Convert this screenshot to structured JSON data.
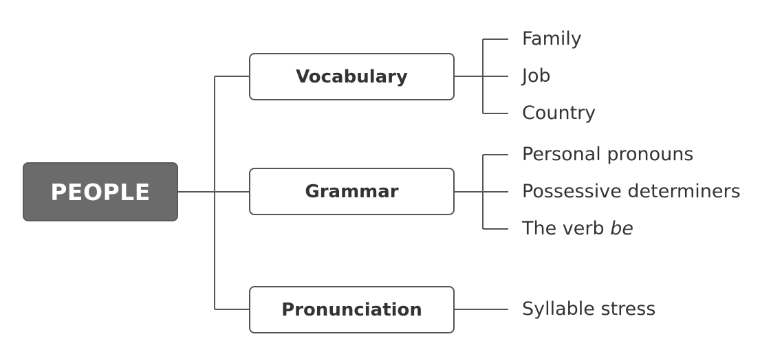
{
  "root": {
    "label": "PEOPLE"
  },
  "branches": [
    {
      "label": "Vocabulary",
      "items": [
        "Family",
        "Job",
        "Country"
      ]
    },
    {
      "label": "Grammar",
      "items": [
        "Personal pronouns",
        "Possessive determiners",
        "The verb "
      ],
      "item_emphasis": {
        "2": "be"
      }
    },
    {
      "label": "Pronunciation",
      "items": [
        "Syllable stress"
      ]
    }
  ],
  "colors": {
    "root_fill": "#6b6b6b",
    "root_text": "#ffffff",
    "branch_border": "#555555",
    "text": "#333333",
    "connector": "#555555"
  }
}
